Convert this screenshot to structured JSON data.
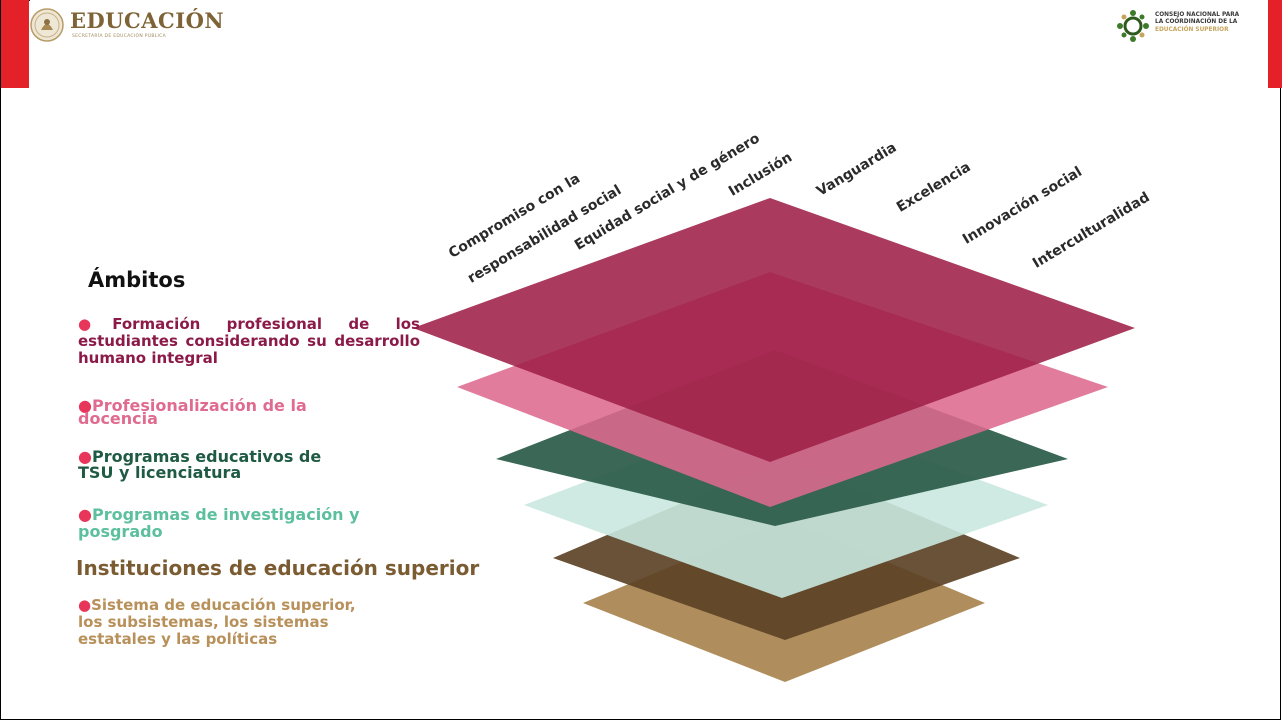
{
  "header": {
    "logo_title": "EDUCACIÓN",
    "logo_subtitle": "SECRETARÍA DE EDUCACIÓN PÚBLICA",
    "council_line1": "CONSEJO NACIONAL PARA",
    "council_line2": "LA COORDINACIÓN DE LA",
    "council_line3": "EDUCACIÓN SUPERIOR"
  },
  "values": {
    "v1a": "Compromiso con la",
    "v1b": "responsabilidad social",
    "v2": "Equidad social y de género",
    "v3": "Inclusión",
    "v4": "Vanguardia",
    "v5": "Excelencia",
    "v6": "Innovación social",
    "v7": "Interculturalidad"
  },
  "ambitos": {
    "heading": "Ámbitos",
    "items": [
      {
        "bullet": "●",
        "text": "Formación profesional de los estudiantes considerando su desarrollo humano integral",
        "color": "#8b1a48"
      },
      {
        "bullet": "●",
        "text": "Profesionalización de la docencia",
        "color": "#e06b91"
      },
      {
        "bullet": "●",
        "text": "Programas educativos de TSU y licenciatura",
        "color": "#1f5a44"
      },
      {
        "bullet": "●",
        "text": "Programas de investigación y posgrado",
        "color": "#5cbf9e"
      },
      {
        "bullet": "",
        "text": "Instituciones de educación superior",
        "color": "#7b5c32"
      },
      {
        "bullet": "●",
        "text": "Sistema de educación superior, los subsistemas, los sistemas estatales y las políticas",
        "color": "#b8905a"
      }
    ]
  },
  "layers": [
    {
      "name": "layer-sistema",
      "color": "#b08d5c"
    },
    {
      "name": "layer-instituciones",
      "color": "#5c4326"
    },
    {
      "name": "layer-investigacion",
      "color": "#c9e8e0"
    },
    {
      "name": "layer-programas",
      "color": "#2f5f4d"
    },
    {
      "name": "layer-docencia",
      "color": "#dd6a8e"
    },
    {
      "name": "layer-formacion",
      "color": "#9e2048"
    }
  ]
}
